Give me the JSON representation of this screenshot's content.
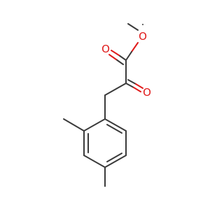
{
  "molecule": {
    "atoms": [
      {
        "id": "O_ester",
        "label": "O",
        "color": "#e01b1b"
      },
      {
        "id": "O_carbonyl_top",
        "label": "O",
        "color": "#e01b1b"
      },
      {
        "id": "O_ketone",
        "label": "O",
        "color": "#e01b1b"
      }
    ]
  }
}
